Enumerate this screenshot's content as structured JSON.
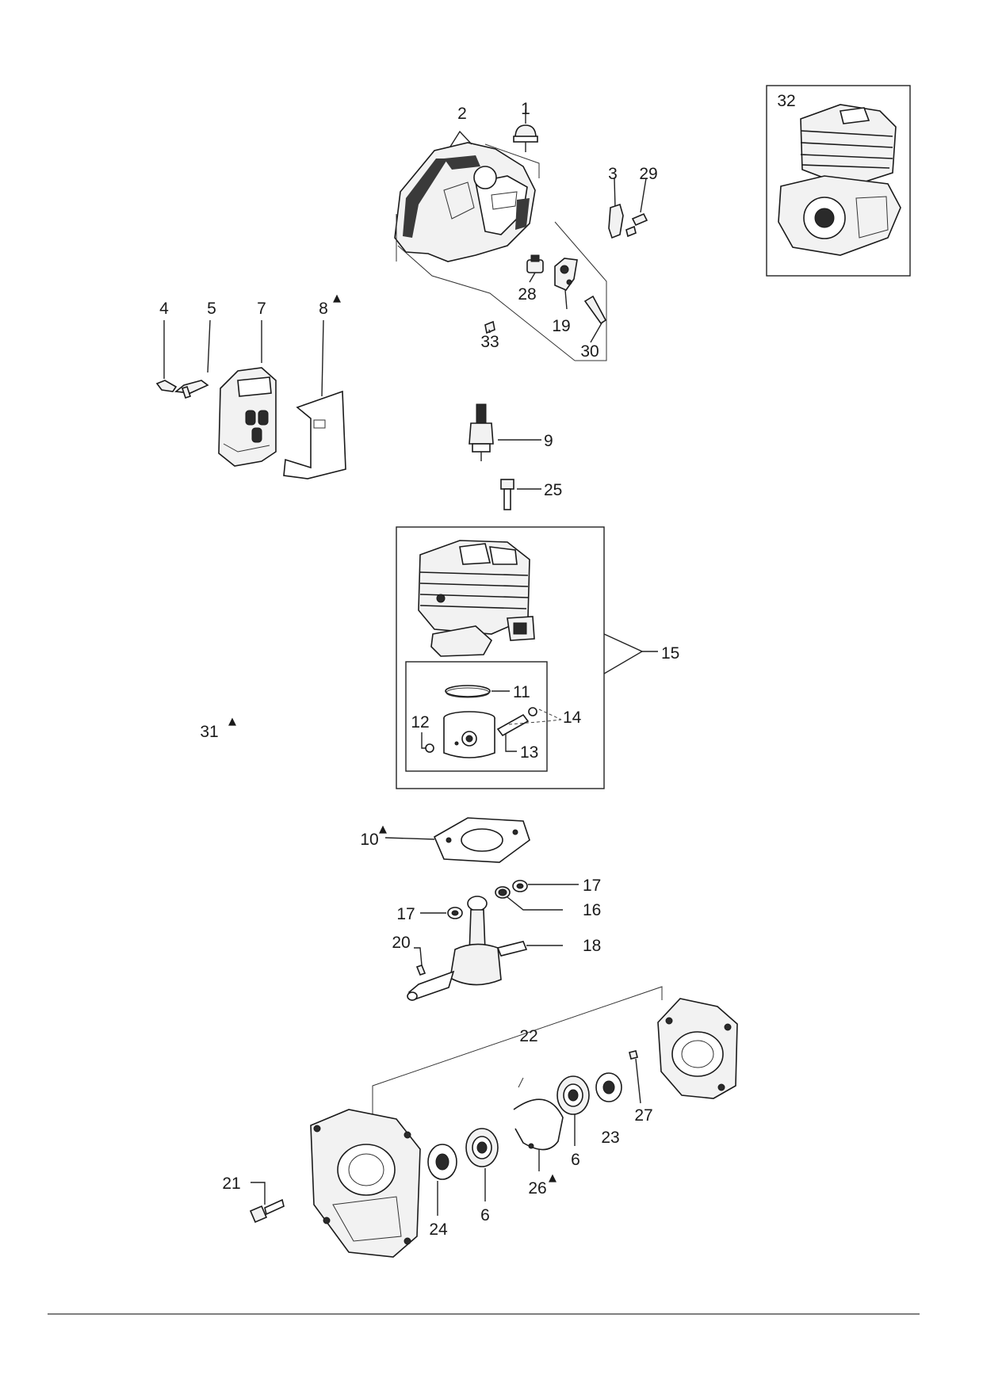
{
  "callouts": {
    "n1": "1",
    "n2": "2",
    "n3": "3",
    "n4": "4",
    "n5": "5",
    "n6a": "6",
    "n6b": "6",
    "n7": "7",
    "n8": "8",
    "n9": "9",
    "n10": "10",
    "n11": "11",
    "n12": "12",
    "n13": "13",
    "n14": "14",
    "n15": "15",
    "n16": "16",
    "n17a": "17",
    "n17b": "17",
    "n18": "18",
    "n19": "19",
    "n20": "20",
    "n21": "21",
    "n22": "22",
    "n23": "23",
    "n24": "24",
    "n25": "25",
    "n26": "26",
    "n27": "27",
    "n28": "28",
    "n29": "29",
    "n30": "30",
    "n31": "31",
    "n32": "32",
    "n33": "33"
  },
  "marker_symbol": "▲",
  "colors": {
    "line": "#1a1a1a",
    "background": "#ffffff",
    "part_fill": "#f2f2f2"
  }
}
